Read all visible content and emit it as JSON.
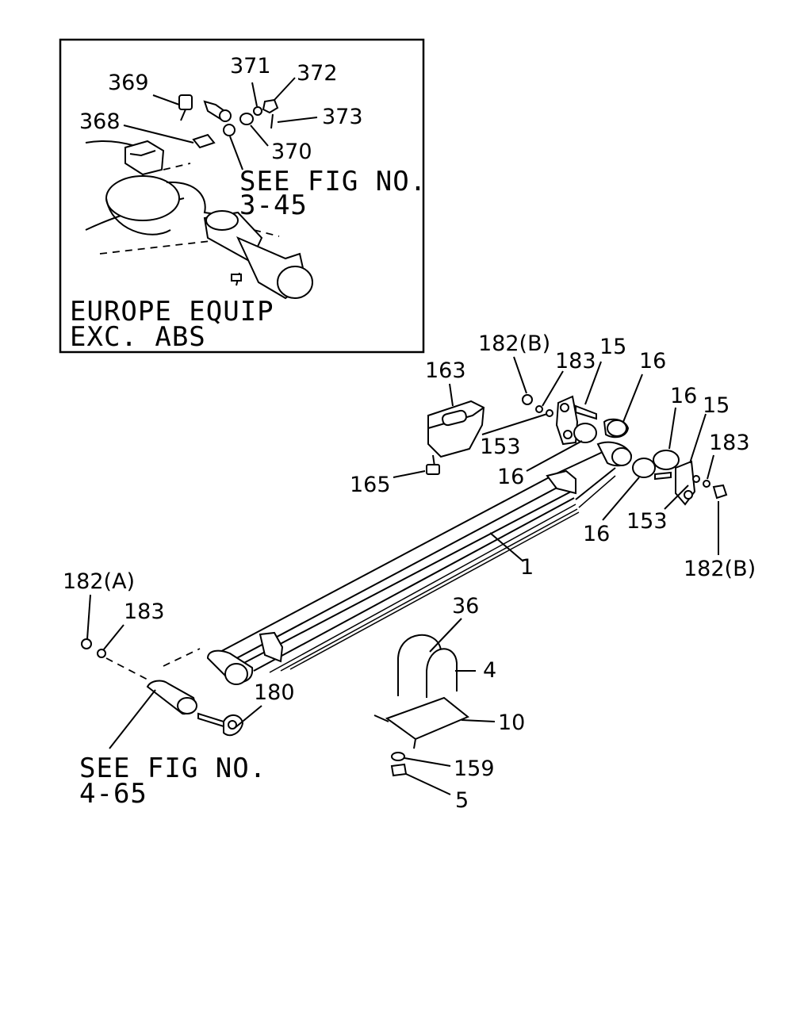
{
  "inset": {
    "caption_line1": "EUROPE EQUIP",
    "caption_line2": "EXC. ABS",
    "see_fig_line1": "SEE FIG NO.",
    "see_fig_line2": "3-45",
    "callouts": {
      "c369": "369",
      "c371": "371",
      "c372": "372",
      "c368": "368",
      "c373": "373",
      "c370": "370"
    }
  },
  "main": {
    "see_fig_line1": "SEE FIG NO.",
    "see_fig_line2": "4-65",
    "callouts": {
      "c182b_top": "182(B)",
      "c15_top": "15",
      "c183_top": "183",
      "c16_top": "16",
      "c163": "163",
      "c16_right": "16",
      "c15_right": "15",
      "c183_right": "183",
      "c153_left": "153",
      "c16_mid": "16",
      "c165": "165",
      "c153_right": "153",
      "c16_bottom": "16",
      "c182b_right": "182(B)",
      "c1": "1",
      "c182a": "182(A)",
      "c183_left": "183",
      "c36": "36",
      "c4": "4",
      "c180": "180",
      "c10": "10",
      "c159": "159",
      "c5": "5"
    }
  }
}
